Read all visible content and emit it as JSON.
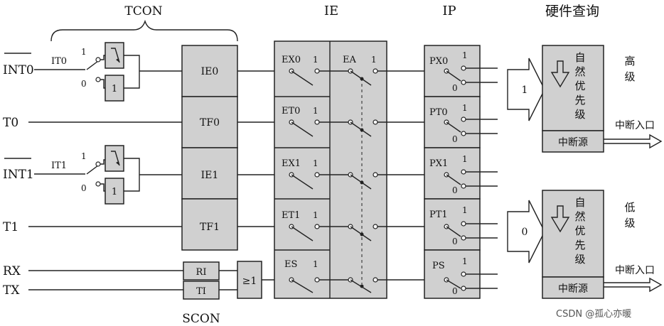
{
  "group_labels": {
    "tcon": "TCON",
    "ie": "IE",
    "ip": "IP",
    "hardware_query": "硬件查询",
    "scon": "SCON"
  },
  "inputs": {
    "int0": "INT0",
    "t0": "T0",
    "int1": "INT1",
    "t1": "T1",
    "rx": "RX",
    "tx": "TX"
  },
  "trigger_select": [
    {
      "label": "IT0",
      "one": "1",
      "zero": "0",
      "gate": "1"
    },
    {
      "label": "IT1",
      "one": "1",
      "zero": "0",
      "gate": "1"
    }
  ],
  "flag_register": [
    "IE0",
    "TF0",
    "IE1",
    "TF1"
  ],
  "scon_flags": [
    "RI",
    "TI"
  ],
  "or_gate": "≥1",
  "enable_switches": [
    {
      "label": "EX0",
      "one": "1"
    },
    {
      "label": "ET0",
      "one": "1"
    },
    {
      "label": "EX1",
      "one": "1"
    },
    {
      "label": "ET1",
      "one": "1"
    },
    {
      "label": "ES",
      "one": "1"
    }
  ],
  "ea_switch": {
    "label": "EA",
    "one": "1"
  },
  "priority_switches": [
    {
      "label": "PX0",
      "one": "1",
      "zero": "0"
    },
    {
      "label": "PT0",
      "one": "1",
      "zero": "0"
    },
    {
      "label": "PX1",
      "one": "1",
      "zero": "0"
    },
    {
      "label": "PT1",
      "one": "1",
      "zero": "0"
    },
    {
      "label": "PS",
      "one": "1",
      "zero": "0"
    }
  ],
  "priority_queues": [
    {
      "arrow_value": "1",
      "natural_priority": [
        "自",
        "然",
        "优",
        "先",
        "级"
      ],
      "source": "中断源",
      "level": [
        "高",
        "级"
      ],
      "entry": "中断入口"
    },
    {
      "arrow_value": "0",
      "natural_priority": [
        "自",
        "然",
        "优",
        "先",
        "级"
      ],
      "source": "中断源",
      "level": [
        "低",
        "级"
      ],
      "entry": "中断入口"
    }
  ],
  "watermark": "CSDN @孤心亦暖"
}
